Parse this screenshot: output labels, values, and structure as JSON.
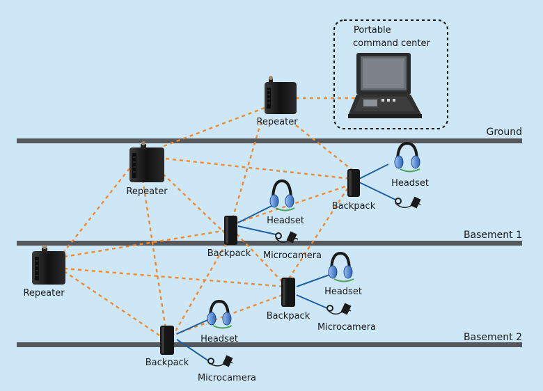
{
  "levels": {
    "ground": "Ground",
    "basement1": "Basement 1",
    "basement2": "Basement 2"
  },
  "command_center": {
    "line1": "Portable",
    "line2": "command center"
  },
  "labels": {
    "repeater_ground": "Repeater",
    "repeater_b1": "Repeater",
    "repeater_left": "Repeater",
    "backpack_a": "Backpack",
    "backpack_b": "Backpack",
    "backpack_c": "Backpack",
    "backpack_d": "Backpack",
    "headset_a": "Headset",
    "headset_b": "Headset",
    "headset_c": "Headset",
    "headset_d": "Headset",
    "microcamera_b": "Microcamera",
    "microcamera_c": "Microcamera",
    "microcamera_d": "Microcamera"
  },
  "colors": {
    "background": "#cde7f7",
    "floor": "#54585c",
    "wireless_link": "#ef8a2e",
    "cable": "#1d5fa3",
    "device": "#1c1c1c"
  }
}
